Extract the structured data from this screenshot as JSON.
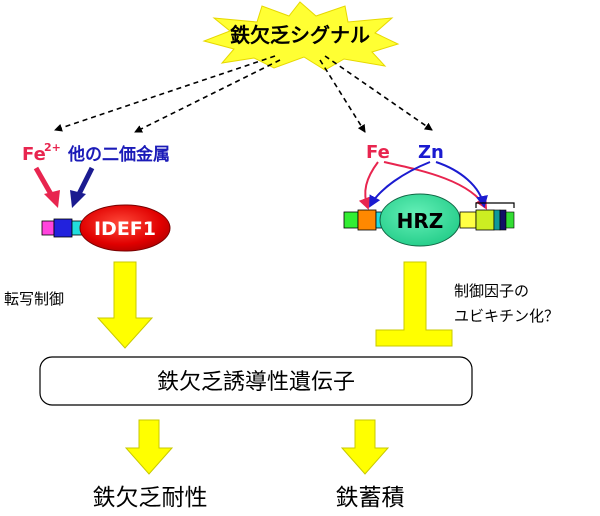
{
  "signal": {
    "label": "鉄欠乏シグナル"
  },
  "left": {
    "fe2_label": "Fe",
    "fe2_sup": "2+",
    "metal_label": "他の二価金属",
    "protein_label": "IDEF1",
    "control_label": "転写制御"
  },
  "right": {
    "fe_label": "Fe",
    "zn_label": "Zn",
    "protein_label": "HRZ",
    "control_line1": "制御因子の",
    "control_line2": "ユビキチン化？"
  },
  "genes": {
    "label": "鉄欠乏誘導性遺伝子"
  },
  "outcomes": {
    "tolerance": "鉄欠乏耐性",
    "accumulation": "鉄蓄積"
  },
  "colors": {
    "star": "#ffff33",
    "arrow_yellow": "#ffff00",
    "fe": "#e8254f",
    "metal": "#1b1bb8",
    "idef1": "#e00000",
    "hrz": "#33dd99"
  }
}
